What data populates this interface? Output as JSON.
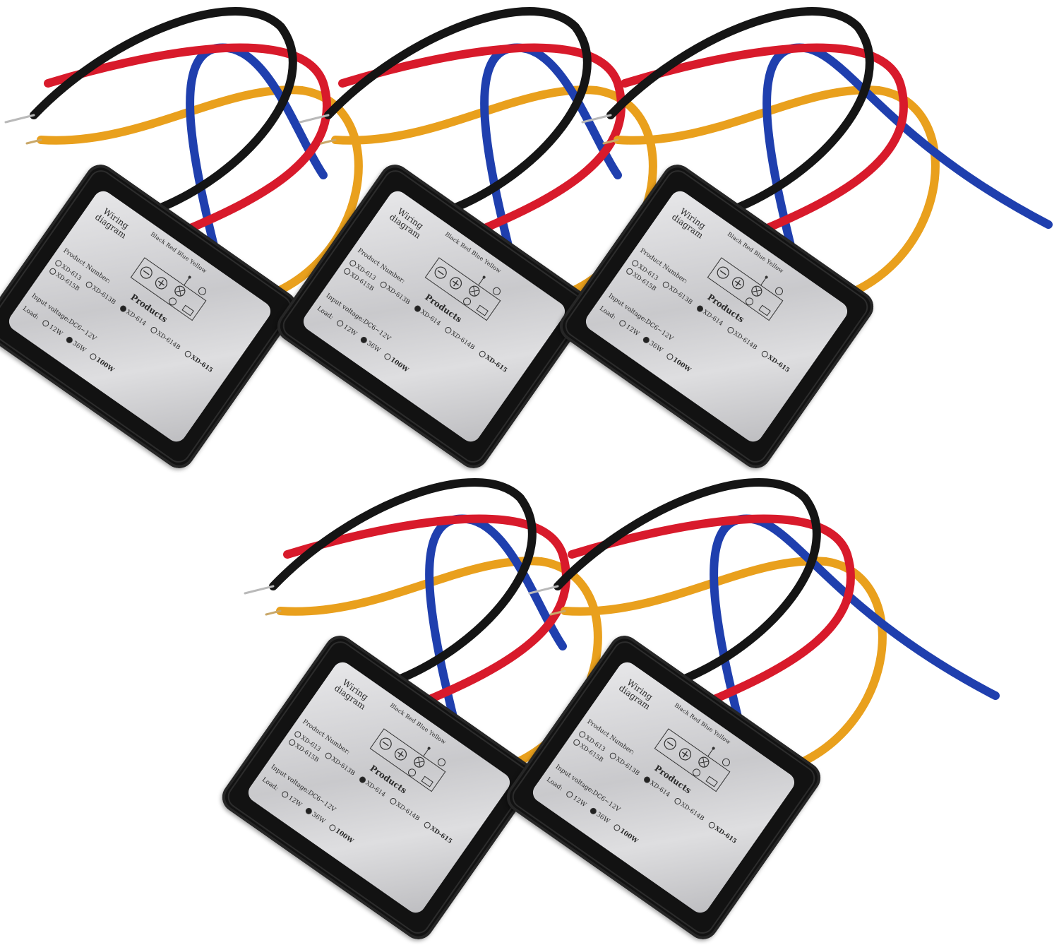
{
  "label": {
    "title": "Wiring diagram",
    "wires": [
      "Black",
      "Red",
      "Blue",
      "Yellow"
    ],
    "product_number_label": "Product Number:",
    "products_label": "Products",
    "models": [
      {
        "name": "XD-613",
        "selected": false
      },
      {
        "name": "XD-613B",
        "selected": false
      },
      {
        "name": "XD-614",
        "selected": true
      },
      {
        "name": "XD-614B",
        "selected": false
      },
      {
        "name": "XD-615",
        "selected": false
      },
      {
        "name": "XD-615B",
        "selected": false
      }
    ],
    "input_voltage": "Input voltage:DC6~12V",
    "load_label": "Load:",
    "loads": [
      {
        "name": "12W",
        "selected": false
      },
      {
        "name": "36W",
        "selected": true
      },
      {
        "name": "100W",
        "selected": false
      }
    ]
  },
  "wire_colors": {
    "black": "#151515",
    "red": "#d81a2b",
    "blue": "#1f3fae",
    "yellow": "#e9a01d"
  },
  "module_count": 5
}
